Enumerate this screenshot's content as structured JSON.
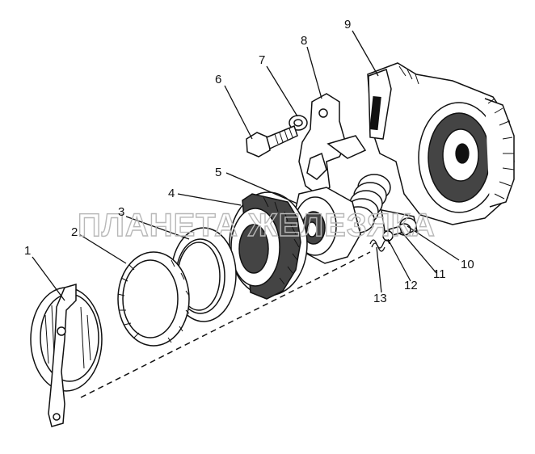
{
  "diagram": {
    "watermark": "ПЛАНЕТА ЖЕЛЕЗЯКА",
    "callouts": {
      "c1": "1",
      "c2": "2",
      "c3": "3",
      "c4": "4",
      "c5": "5",
      "c6": "6",
      "c7": "7",
      "c8": "8",
      "c9": "9",
      "c10": "10",
      "c11": "11",
      "c12": "12",
      "c13": "13"
    }
  }
}
